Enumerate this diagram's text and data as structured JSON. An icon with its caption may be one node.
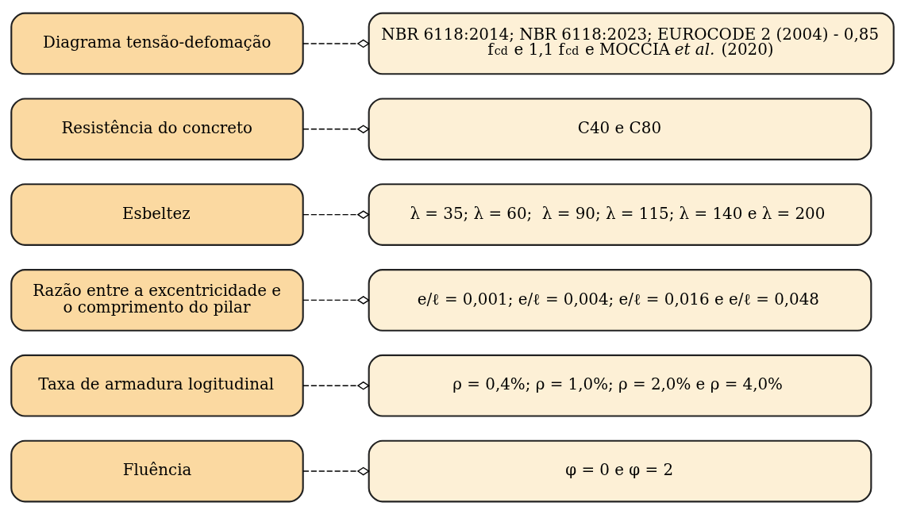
{
  "diagram": {
    "nodes": [
      {
        "text": [
          "Diagrama tensão-defomação"
        ]
      },
      {
        "text": [
          "NBR 6118:2014; NBR 6118:2023; EUROCODE 2 (2004) - 0,85 f$_{cd}$ e 1,1 f$_{cd}$ e MOCCIA *et al.* (2020)"
        ]
      },
      {
        "text": [
          "Resistência do concreto"
        ]
      },
      {
        "text": [
          "C40 e C80"
        ]
      },
      {
        "text": [
          "Esbeltez"
        ]
      },
      {
        "text": [
          "λ = 35; λ = 60;  λ = 90; λ = 115; λ = 140 e λ = 200"
        ]
      },
      {
        "text": [
          "Razão entre a excentricidade e o comprimento do pilar"
        ]
      },
      {
        "text": [
          "e/ℓ = 0,001; e/ℓ = 0,004; e/ℓ = 0,016 e e/ℓ = 0,048"
        ]
      },
      {
        "text": [
          "Taxa de armadura logitudinal"
        ]
      },
      {
        "text": [
          "ρ = 0,4%; ρ = 1,0%; ρ = 2,0% e ρ = 4,0%"
        ]
      },
      {
        "text": [
          "Fluência"
        ]
      },
      {
        "text": [
          "φ = 0 e φ = 2"
        ]
      }
    ],
    "edges": [
      {
        "from": 0,
        "to": 1,
        "arrow": "other",
        "style": "dashed"
      },
      {
        "from": 2,
        "to": 3,
        "arrow": "other",
        "style": "dashed"
      },
      {
        "from": 4,
        "to": 5,
        "arrow": "other",
        "style": "dashed"
      },
      {
        "from": 6,
        "to": 7,
        "arrow": "other",
        "style": "dashed"
      },
      {
        "from": 8,
        "to": 9,
        "arrow": "other",
        "style": "dashed"
      },
      {
        "from": 10,
        "to": 11,
        "arrow": "other",
        "style": "dashed"
      }
    ]
  }
}
